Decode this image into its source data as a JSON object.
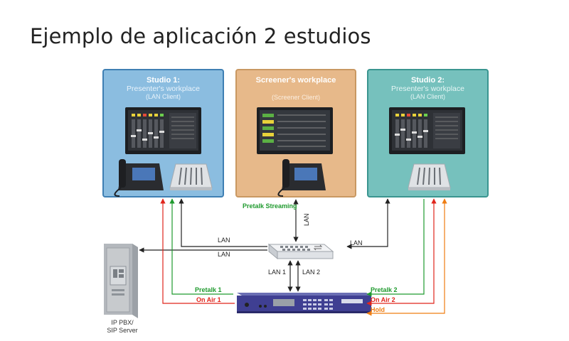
{
  "title": "Ejemplo de aplicación 2 estudios",
  "boxes": {
    "studio1": {
      "header": "Studio 1:",
      "line1": "Presenter's workplace",
      "line2": "(LAN Client)"
    },
    "screener": {
      "header": "Screener's workplace",
      "line2": "(Screener Client)"
    },
    "studio2": {
      "header": "Studio 2:",
      "line1": "Presenter's workplace",
      "line2": "(LAN Client)"
    }
  },
  "labels": {
    "pretalk_streaming": "Pretalk Streaming",
    "lan_vertical": "LAN",
    "lan_top": "LAN",
    "lan_bottom": "LAN",
    "lan_right": "LAN",
    "lan1": "LAN 1",
    "lan2": "LAN 2",
    "pretalk1": "Pretalk 1",
    "onair1": "On Air 1",
    "pretalk2": "Pretalk 2",
    "onair2": "On Air 2",
    "hold": "Hold"
  },
  "server": {
    "line1": "IP PBX/",
    "line2": "SIP Server"
  },
  "colors": {
    "studio1": "#8bbde0",
    "screener": "#e7b98a",
    "studio2": "#76c1bd",
    "pretalk": "#1f9a2e",
    "onair": "#e0241b",
    "hold": "#ef7d12",
    "lan": "#222222"
  },
  "icons": [
    "touchscreen-monitor-icon",
    "ip-phone-icon",
    "fader-console-icon",
    "network-switch-icon",
    "server-tower-icon",
    "hybrid-device-icon"
  ]
}
